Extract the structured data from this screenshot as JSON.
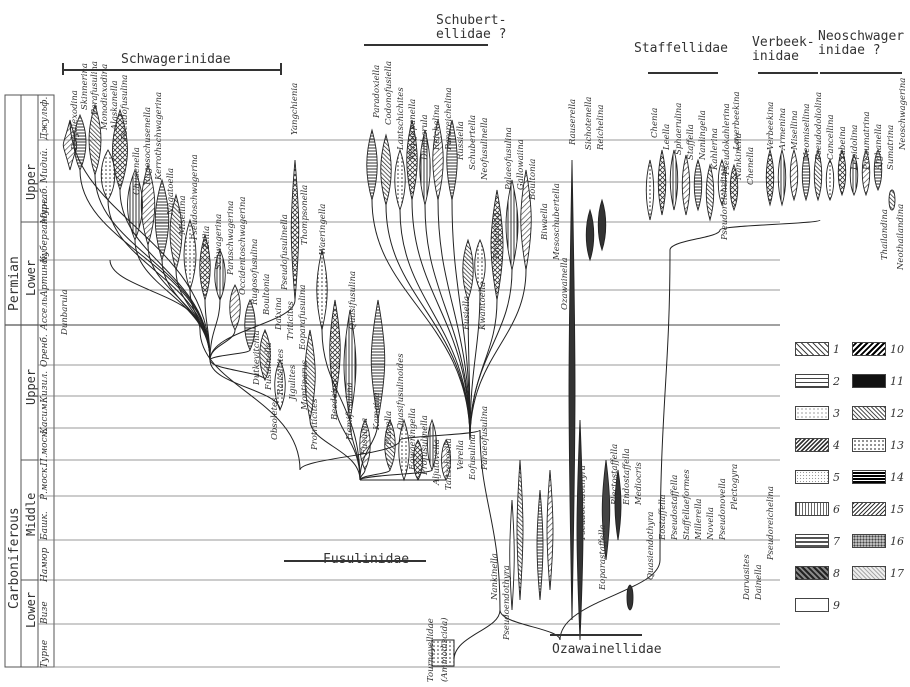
{
  "scale": {
    "system_labels": {
      "permian": "Permian",
      "carboniferous": "Carboniferous"
    },
    "series_labels": {
      "perm_upper": "Upper",
      "perm_lower": "Lower",
      "carb_upper": "Upper",
      "carb_middle": "Middle",
      "carb_lower": "Lower"
    },
    "stage_labels": [
      "Джульф.",
      "Мидий.",
      "Мургаб.",
      "Кубергандин.",
      "Артинск.",
      "Ассель.",
      "Оренб.",
      "Кизил.",
      "Касим.",
      "П.моск.",
      "Р.моск.",
      "Башк.",
      "Намюр",
      "Визе",
      "Турне"
    ]
  },
  "families": {
    "schwagerinidae": "Schwagerinidae",
    "schubertellidae": "Schubert-\nellidae ?",
    "staffellidae": "Staffellidae",
    "verbeekinidae": "Verbeek-\ninidae",
    "neoschwagerinidae": "Neoschwager\ninidae ?",
    "fusulinidae": "Fusulinidae",
    "ozawainellidae": "Ozawainellidae"
  },
  "genera": {
    "root": [
      "Tournayellidae",
      "(Ammodiscida)"
    ],
    "schwagerinid": [
      "Polydiexodina",
      "Skinnerina",
      "Parafusulina",
      "Monodiexodina",
      "Alaskanella",
      "Pseudofusulina",
      "Chusenella",
      "Rugosochusenella",
      "Kerrothschwagerina",
      "Nagatoella",
      "Misellina",
      "Pseudoschwagerina",
      "Zellia",
      "Schwagerina",
      "Paraschwagerina",
      "Occidentoschwagerina",
      "Rugosofusulina",
      "Boultonia",
      "Daixina",
      "Triticites",
      "Eoparafusulina",
      "Dunbarula",
      "Yangchienia",
      "Pseudofusulinella",
      "Dutkevitchia",
      "Fusulinella",
      "Rauserites",
      "Jigulites",
      "Montiparus",
      "Obsoletes",
      "Protriticites"
    ],
    "fusulinid": [
      "Thompsonella",
      "Waeringella",
      "Quasifusulina",
      "Beedeina",
      "Hemifusulina",
      "Fusulina",
      "Kamaina",
      "Putrella",
      "Quasifusulinoides",
      "Eowaeringella",
      "Profusulinella",
      "Aljutovella",
      "Taitzehoella",
      "Verella",
      "Eofusulina",
      "Paraeofusulina",
      "Fusiella",
      "Kwantoella",
      "Nankinella",
      "Pseudoendothyra"
    ],
    "schubertellid": [
      "Paradoxiella",
      "Codonofusiella",
      "Lantschichites",
      "Minojapanella",
      "Dunbarula",
      "Reichelina",
      "Parareichelina",
      "Russiella",
      "Schubertella",
      "Neofusulinella",
      "Toriyamaia",
      "Palaeofusulina",
      "Gallowaiina",
      "Boultonia",
      "Biwaella",
      "Mesoschubertella"
    ],
    "ozawainellid": [
      "Rauserella",
      "Sichotenella",
      "Reichelina",
      "Ozawainella",
      "Pseudoendothyra",
      "Eoparastaffella",
      "Plectostaffella",
      "Endostaffella",
      "Mediocris",
      "Quasiendothyra",
      "Eostaffella",
      "Pseudostaffella",
      "Staffellaeformes",
      "Millerella",
      "Novella",
      "Pseudonovella",
      "Plectogyra",
      "Darvasites",
      "Dainella",
      "Pseudoreichelina"
    ],
    "staffellid": [
      "Chenia",
      "Leella",
      "Sphaerulina",
      "Staffella",
      "Nanlingella",
      "Kahlerina",
      "Pseudokahlerina",
      "Nankinella",
      "Chenella",
      "Pseudoreichelina",
      "Loverbeekina"
    ],
    "verbeekinid": [
      "Verbeekina",
      "Armenina",
      "Misellina",
      "Neomisellina",
      "Pseudodoliolina",
      "Cancellina",
      "Yabeina",
      "Lepidolina",
      "Presumatrina",
      "Afghanella",
      "Sumatrina",
      "Neoschwagerina",
      "Thailandina",
      "Neothailandina"
    ]
  },
  "legend": [
    "1",
    "2",
    "3",
    "4",
    "5",
    "6",
    "7",
    "8",
    "9",
    "10",
    "11",
    "12",
    "13",
    "14",
    "15",
    "16",
    "17"
  ]
}
